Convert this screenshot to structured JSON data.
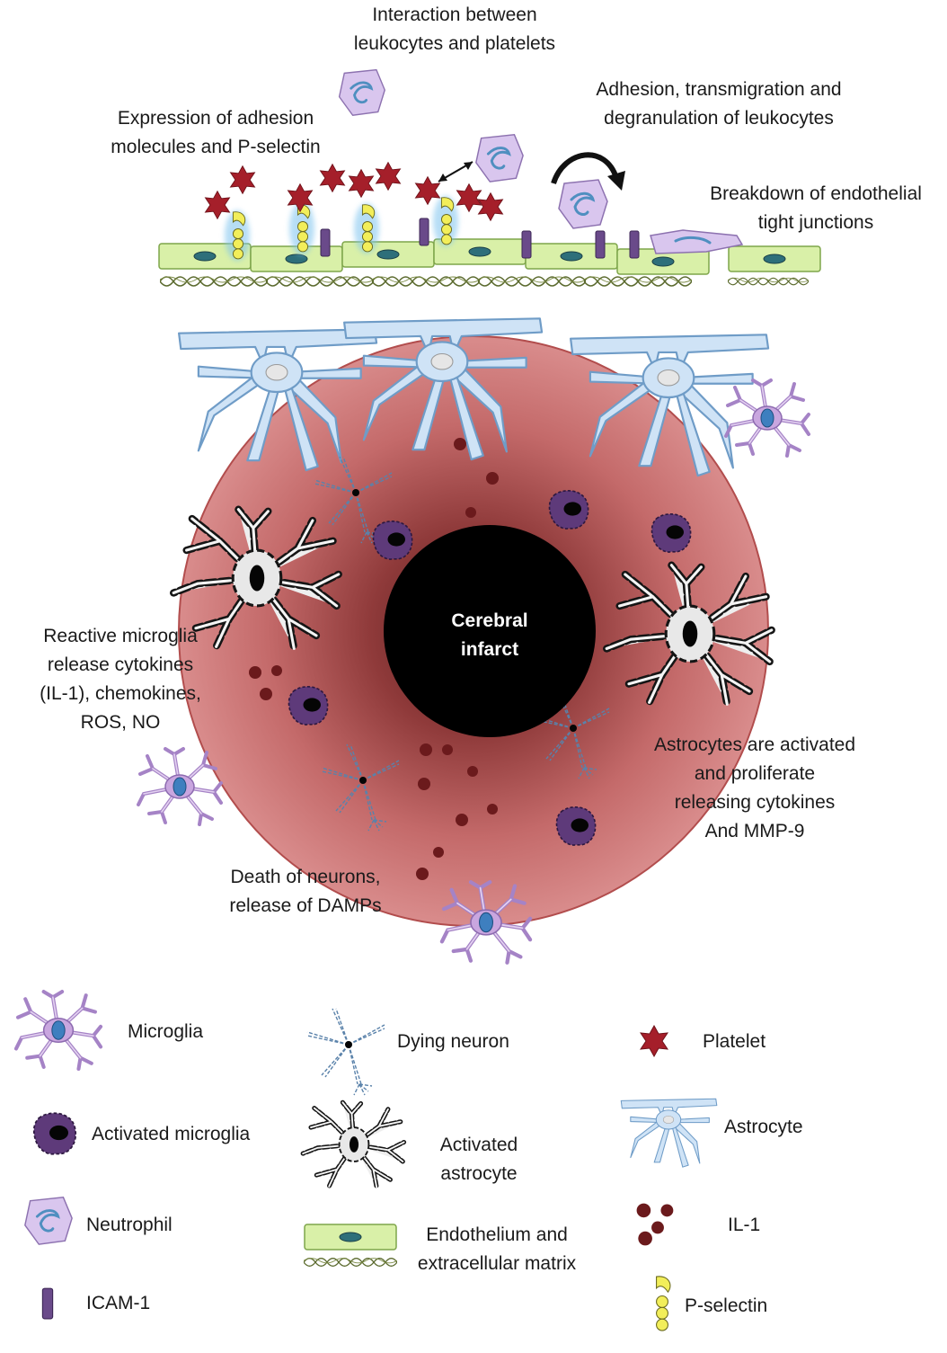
{
  "labels": {
    "interaction": [
      "Interaction between",
      "leukocytes and platelets"
    ],
    "adhesion_molecules": [
      "Expression of adhesion",
      "molecules and P-selectin"
    ],
    "transmigration": [
      "Adhesion, transmigration and",
      "degranulation of leukocytes"
    ],
    "tight_junctions": [
      "Breakdown of endothelial",
      "tight junctions"
    ],
    "microglia_release": [
      "Reactive microglia",
      "release cytokines",
      "(IL-1), chemokines,",
      "ROS, NO"
    ],
    "astrocytes_activated": [
      "Astrocytes are activated",
      "and proliferate",
      "releasing cytokines",
      "And MMP-9"
    ],
    "neuron_death": [
      "Death of neurons,",
      "release of DAMPs"
    ],
    "infarct": [
      "Cerebral",
      "infarct"
    ]
  },
  "legend": {
    "microglia": "Microglia",
    "activated_microglia": "Activated microglia",
    "neutrophil": "Neutrophil",
    "icam1": "ICAM-1",
    "dying_neuron": "Dying neuron",
    "activated_astrocyte": [
      "Activated",
      "astrocyte"
    ],
    "endothelium": [
      "Endothelium and",
      "extracellular matrix"
    ],
    "platelet": "Platelet",
    "astrocyte": "Astrocyte",
    "il1": "IL-1",
    "p_selectin": "P-selectin"
  },
  "colors": {
    "infarct_zone": "#c86a6a",
    "infarct_core": "#000000",
    "endothelium": "#d9f0a8",
    "endothelium_nucleus": "#2e6f7a",
    "astrocyte_fill": "#cfe3f6",
    "astrocyte_stroke": "#6f9cc7",
    "platelet": "#a51f2a",
    "il1": "#6b1a1c",
    "icam1": "#6a4a8a",
    "p_selectin": "#f2ee5a",
    "microglia": "#c9a6df",
    "activated_microglia": "#5e3a7a",
    "neutrophil": "#d9c6ee"
  }
}
